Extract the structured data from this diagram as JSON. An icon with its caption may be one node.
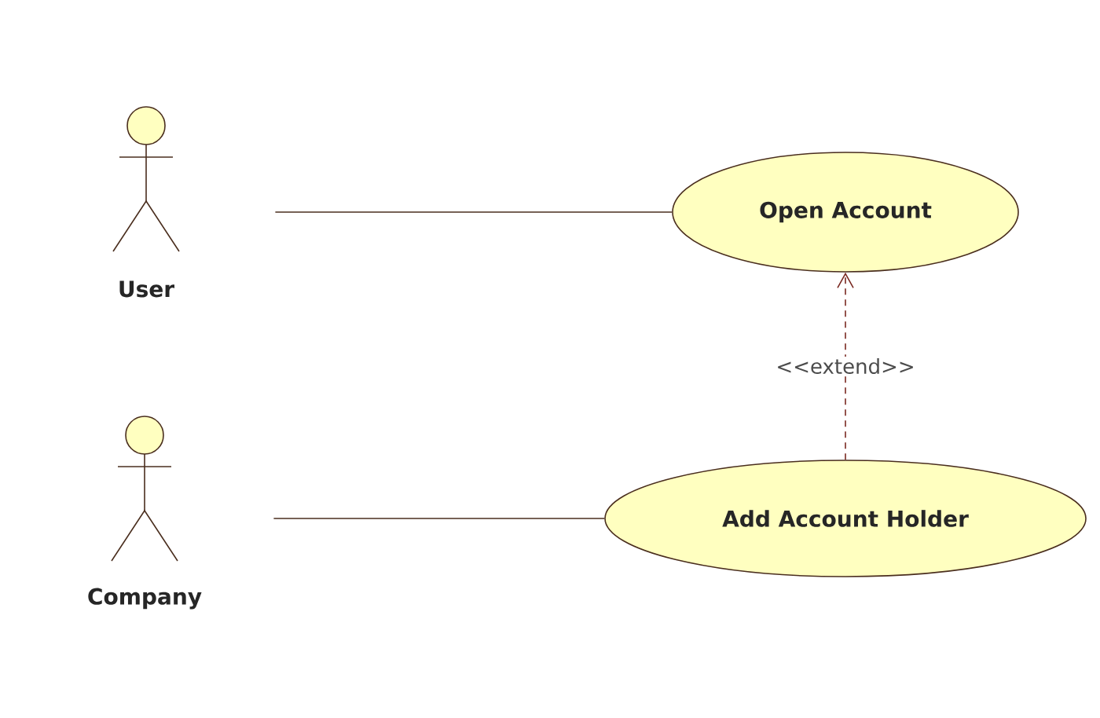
{
  "diagram": {
    "nodes": [
      {
        "text": [
          "User"
        ]
      },
      {
        "text": [
          "Open Account"
        ]
      },
      {
        "text": [
          "Company"
        ]
      },
      {
        "text": [
          "Add Account Holder"
        ]
      }
    ],
    "edges": [
      {
        "from": 0,
        "to": 1,
        "arrow": "none"
      },
      {
        "from": 2,
        "to": 3,
        "arrow": "none"
      },
      {
        "from": 3,
        "to": 1,
        "arrow": "to",
        "style": "dashed",
        "label": "<<extend>>",
        "color": "#7a2a22"
      }
    ]
  }
}
